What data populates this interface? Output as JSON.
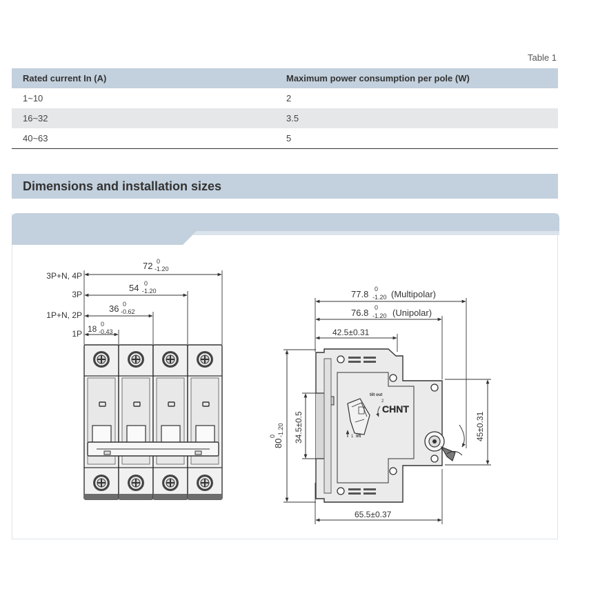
{
  "table": {
    "caption": "Table 1",
    "headers": [
      "Rated current In (A)",
      "Maximum power consumption per pole (W)"
    ],
    "rows": [
      {
        "current": "1~10",
        "power": "2"
      },
      {
        "current": "16~32",
        "power": "3.5"
      },
      {
        "current": "40~63",
        "power": "5"
      }
    ]
  },
  "section": {
    "title": "Dimensions and installation sizes"
  },
  "front_view": {
    "labels": {
      "p4": "3P+N, 4P",
      "p3": "3P",
      "p2": "1P+N, 2P",
      "p1": "1P"
    },
    "dims": {
      "w4": "72",
      "w4_sup": "0",
      "w4_sub": "-1.20",
      "w3": "54",
      "w3_sup": "0",
      "w3_sub": "-1.20",
      "w2": "36",
      "w2_sup": "0",
      "w2_sub": "-0.62",
      "w1": "18",
      "w1_sup": "0",
      "w1_sub": "-0.43"
    }
  },
  "side_view": {
    "depth_multi": "77.8",
    "depth_multi_sup": "0",
    "depth_multi_sub": "-1.20",
    "depth_multi_note": "(Multipolar)",
    "depth_uni": "76.8",
    "depth_uni_sup": "0",
    "depth_uni_sub": "-1.20",
    "depth_uni_note": "(Unipolar)",
    "depth_front": "42.5±0.31",
    "height_total": "80",
    "height_sup": "0",
    "height_sub": "-1.20",
    "rail_height": "34.5±0.5",
    "cover_height": "45±0.31",
    "rail_depth": "65.5±0.37",
    "brand": "CHNT",
    "tilt_label": "tilt out",
    "lift_label": "lift",
    "num_1": "1",
    "num_2": "2"
  }
}
